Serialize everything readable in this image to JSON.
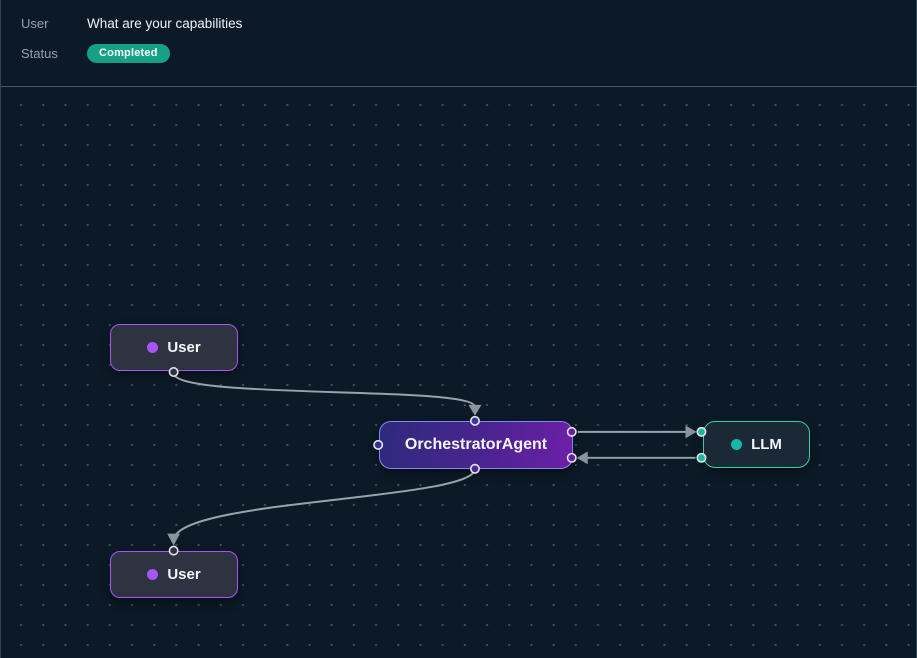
{
  "header": {
    "user_label": "User",
    "user_value": "What are your capabilities",
    "status_label": "Status",
    "status_value": "Completed"
  },
  "flow": {
    "nodes": [
      {
        "id": "user-top",
        "label": "User",
        "type": "user",
        "dot_color": "#a855f7"
      },
      {
        "id": "orchestrator",
        "label": "OrchestratorAgent",
        "type": "agent"
      },
      {
        "id": "llm",
        "label": "LLM",
        "type": "llm",
        "dot_color": "#14b8a6"
      },
      {
        "id": "user-bottom",
        "label": "User",
        "type": "user",
        "dot_color": "#a855f7"
      }
    ],
    "edges": [
      {
        "source": "user-top",
        "target": "orchestrator"
      },
      {
        "source": "orchestrator",
        "target": "user-bottom"
      },
      {
        "source": "orchestrator",
        "target": "llm"
      },
      {
        "source": "llm",
        "target": "orchestrator"
      }
    ]
  },
  "colors": {
    "background": "#0c1a27",
    "grid_dot": "#42505e",
    "divider": "#4a5866",
    "status_badge_bg": "#16a085",
    "user_node_border": "#a855f7",
    "user_node_bg": "#2d3340",
    "agent_node_border": "#7d8af5",
    "agent_gradient_start": "#2e2a7c",
    "agent_gradient_end": "#6d1fa8",
    "llm_node_border": "#2ed3a0",
    "llm_node_bg": "#1b2836",
    "edge_stroke": "#99a3ac"
  }
}
